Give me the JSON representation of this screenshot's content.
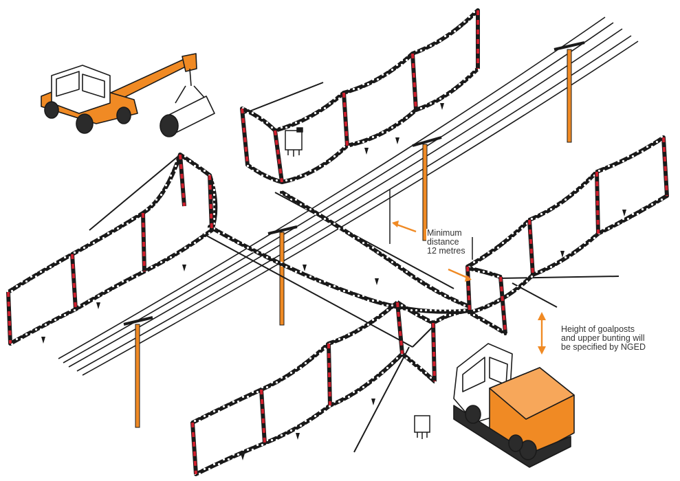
{
  "colors": {
    "accent": "#f08a24",
    "outline": "#1a1a1a",
    "post_red": "#d0202e",
    "background": "#ffffff"
  },
  "annotations": {
    "minimum_distance": [
      "Minimum",
      "distance",
      "12 metres"
    ],
    "height_note": [
      "Height of goalposts",
      "and upper bunting will",
      "be specified by NGED"
    ]
  },
  "icons": [
    "crane-truck-icon",
    "dump-truck-icon",
    "warning-sign-icon"
  ]
}
